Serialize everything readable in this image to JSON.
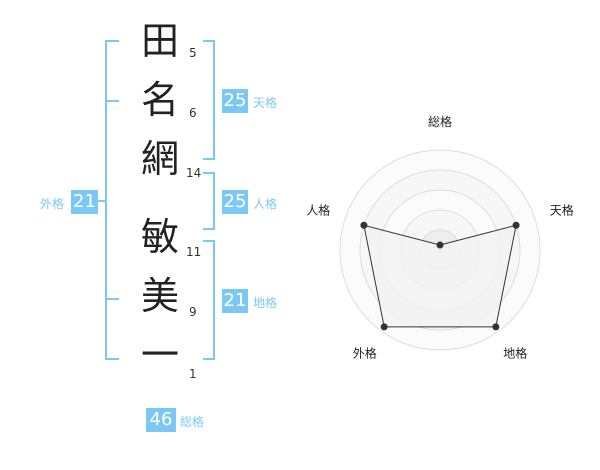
{
  "name_chars": [
    {
      "char": "田",
      "strokes": "5"
    },
    {
      "char": "名",
      "strokes": "6"
    },
    {
      "char": "網",
      "strokes": "14"
    },
    {
      "char": "敏",
      "strokes": "11"
    },
    {
      "char": "美",
      "strokes": "9"
    },
    {
      "char": "一",
      "strokes": "1"
    }
  ],
  "scores": {
    "tenkaku": {
      "value": "25",
      "label": "天格"
    },
    "jinkaku": {
      "value": "25",
      "label": "人格"
    },
    "chikaku": {
      "value": "21",
      "label": "地格"
    },
    "gaikaku": {
      "value": "21",
      "label": "外格"
    },
    "soukaku": {
      "value": "46",
      "label": "総格"
    }
  },
  "colors": {
    "accent": "#7cc8f5",
    "text": "#222222",
    "radar_fill": "#f2f2f2",
    "radar_line": "#333333",
    "grid": "#dddddd"
  },
  "chart_data": {
    "type": "radar",
    "axes": [
      "総格",
      "天格",
      "地格",
      "外格",
      "人格"
    ],
    "values": [
      0.05,
      0.8,
      0.95,
      0.95,
      0.8
    ],
    "range": [
      0,
      1
    ],
    "rings": 5
  }
}
